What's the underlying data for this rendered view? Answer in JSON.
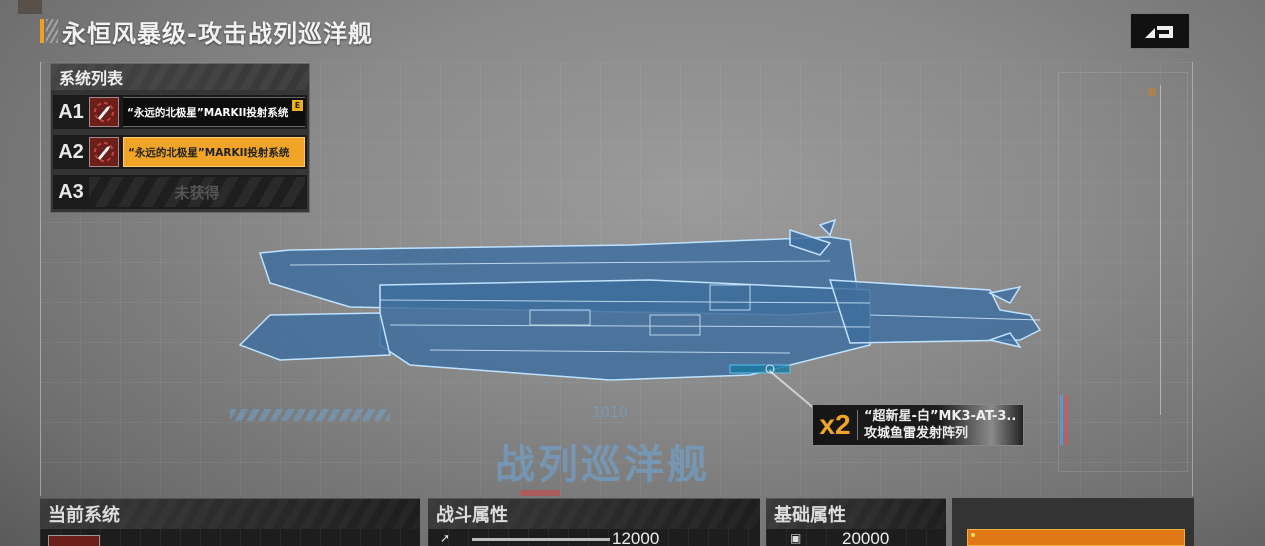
{
  "header": {
    "title": "永恒风暴级-攻击战列巡洋舰",
    "back_icon": "return-arrow-icon"
  },
  "system_list": {
    "title": "系统列表",
    "items": [
      {
        "slot": "A1",
        "name": "“永远的北极星”MARKII投射系统",
        "icon": "missile-icon",
        "badge": "E",
        "state": "equipped"
      },
      {
        "slot": "A2",
        "name": "“永远的北极星”MARKII投射系统",
        "icon": "missile-icon",
        "state": "selected"
      },
      {
        "slot": "A3",
        "name": "未获得",
        "state": "locked"
      }
    ]
  },
  "ship_view": {
    "background_label": "战列巡洋舰",
    "background_number": "1010",
    "callout": {
      "count": "x2",
      "line1": "“超新星-白”MK3-AT-3..",
      "line2": "攻城鱼雷发射阵列"
    }
  },
  "bottom": {
    "current_system": {
      "title": "当前系统"
    },
    "combat_attributes": {
      "title": "战斗属性",
      "stat_value": "12000"
    },
    "base_attributes": {
      "title": "基础属性",
      "stat_value": "20000"
    }
  },
  "colors": {
    "accent": "#f0a428",
    "action_button": "#e07818",
    "ship_blue": "#3f6f9e",
    "icon_red": "#6b1e1a"
  }
}
